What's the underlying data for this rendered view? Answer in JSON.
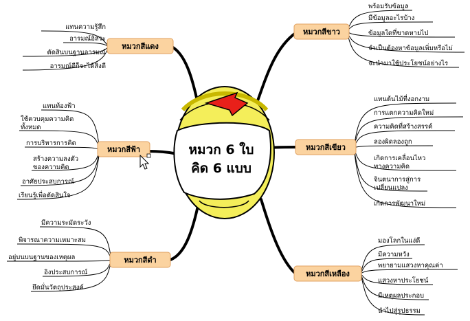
{
  "center": {
    "line1": "หมวก 6 ใบ",
    "line2": "คิด 6 แบบ"
  },
  "branches": {
    "red": {
      "label": "หมวกสีแดง",
      "fill": "#fbd3a0",
      "items": [
        "แทนความรู้สึก",
        "อารมณ์อิสระ",
        "ตัดสินบนฐานอารมณ์",
        "อารมณ์ดีก็จะได้สิ่งดี"
      ]
    },
    "sky": {
      "label": "หมวกสีฟ้า",
      "fill": "#fbd3a0",
      "items": [
        "แทนท้องฟ้า",
        "ใช้ควบคุมความคิด",
        "ทั้งหมด",
        "การบริหารการคิด",
        "สร้างความลงตัว",
        "ของความคิด",
        "อาศัยประสบการณ์",
        "เรียนรู้เพื่อตัดสินใจ"
      ]
    },
    "black": {
      "label": "หมวกสีดำ",
      "fill": "#fbd3a0",
      "items": [
        "มีความระมัดระวัง",
        "พิจารณาความเหมาะสม",
        "อยู่บนบนฐานของเหตุผล",
        "อิงประสบการณ์",
        "ยึดมั่นวัตถุประสงค์"
      ]
    },
    "white": {
      "label": "หมวกสีขาว",
      "fill": "#fbd3a0",
      "items": [
        "พร้อมรับข้อมูล",
        "มีข้อมูลอะไรบ้าง",
        "ข้อมูลใดที่ขาดหายไป",
        "จำเป็นต้องหาข้อมูลเพิ่มหรือไม่",
        "จะนำมาใช้ประโยชน์อย่างไร"
      ]
    },
    "green": {
      "label": "หมวกสีเขียว",
      "fill": "#fbd3a0",
      "items": [
        "แทนต้นไม้ที่งอกงาม",
        "การแตกความคิดใหม่",
        "ความคิดที่สร้างสรรค์",
        "ลองผิดลองถูก",
        "เกิดการเคลื่อนไหว",
        "ทางความคิด",
        "จินตนาการสู่การ",
        "เปลี่ยนแปลง",
        "เกิดการพัฒนาใหม่"
      ]
    },
    "yellow": {
      "label": "หมวกสีเหลือง",
      "fill": "#fbd3a0",
      "items": [
        "มองโลกในแง่ดี",
        "มีความหวัง",
        "พยายามแสวงหาคุณค่า",
        "แสวงหาประโยชน์",
        "มีเหตุผลประกอบ",
        "นำไปสู่รูปธรรม"
      ]
    }
  },
  "colors": {
    "line": "#000000",
    "helmet": "#f4ee5a",
    "helmet_rim": "#c8b800",
    "arrow": "#e8201a"
  }
}
